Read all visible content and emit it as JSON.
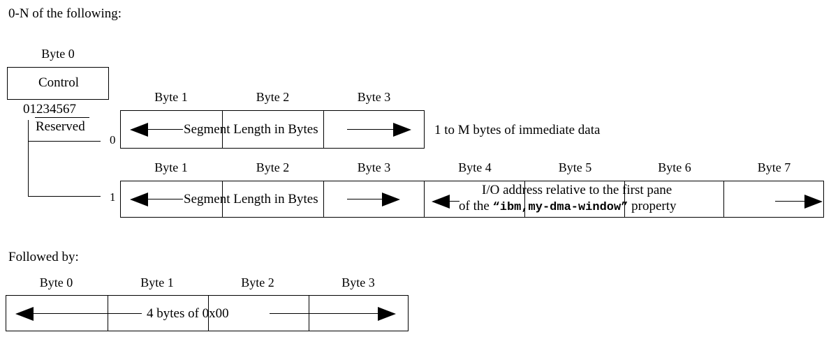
{
  "headings": {
    "top": "0-N of the following:",
    "bottom": "Followed by:"
  },
  "control_byte": {
    "byte_label": "Byte 0",
    "name": "Control",
    "bit_numbers": "01234567",
    "reserved_label": "Reserved"
  },
  "variant_rows": [
    {
      "index": "0",
      "byte_labels": [
        "Byte 1",
        "Byte 2",
        "Byte 3"
      ],
      "cell_text": "Segment Length in Bytes",
      "side_note": "1 to M bytes of immediate data"
    },
    {
      "index": "1",
      "byte_labels": [
        "Byte 1",
        "Byte 2",
        "Byte 3",
        "Byte 4",
        "Byte 5",
        "Byte 6",
        "Byte 7"
      ],
      "cell_text": "Segment Length in Bytes",
      "address_line1": "I/O address relative to the first pane",
      "address_line2_pre": "of the ",
      "address_line2_mono": "“ibm,my-dma-window”",
      "address_line2_post": " property"
    }
  ],
  "trailer": {
    "byte_labels": [
      "Byte 0",
      "Byte 1",
      "Byte 2",
      "Byte 3"
    ],
    "cell_text": "4 bytes of 0x00"
  },
  "colors": {
    "ink": "#000000",
    "paper": "#ffffff"
  }
}
